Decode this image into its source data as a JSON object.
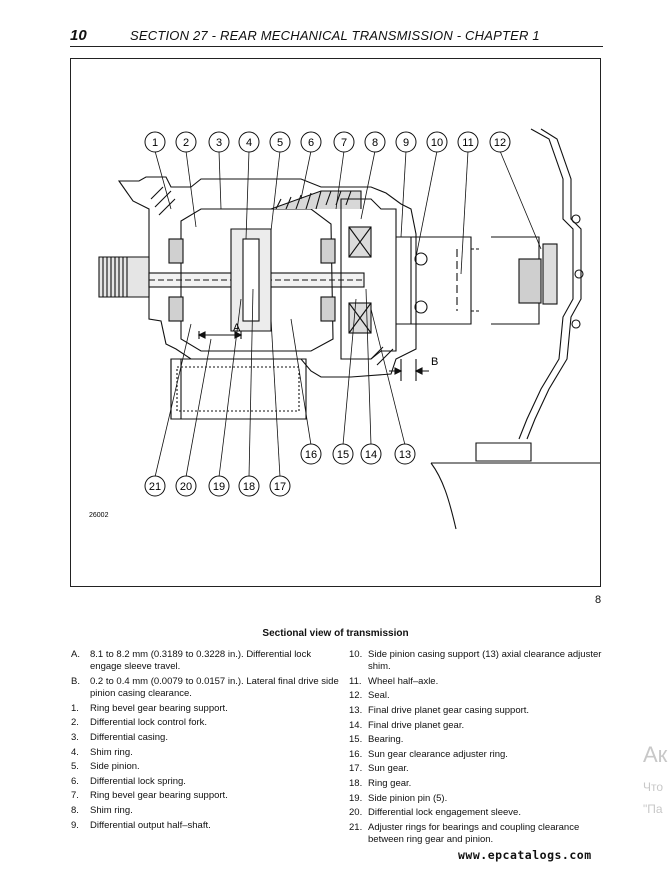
{
  "header": {
    "page_number": "10",
    "section_title": "SECTION 27 - REAR MECHANICAL TRANSMISSION - CHAPTER 1"
  },
  "figure": {
    "callouts_top": [
      "1",
      "2",
      "3",
      "4",
      "5",
      "6",
      "7",
      "8",
      "9",
      "10",
      "11",
      "12"
    ],
    "callouts_bottom": [
      "21",
      "20",
      "19",
      "18",
      "17"
    ],
    "callouts_mid": [
      "16",
      "15",
      "14",
      "13"
    ],
    "label_a": "A",
    "label_b": "B",
    "drawing_code": "26002",
    "figure_number": "8"
  },
  "caption": "Sectional view of transmission",
  "legend_left": [
    {
      "key": "A.",
      "text": "8.1 to 8.2 mm (0.3189 to 0.3228 in.). Differential lock engage sleeve travel."
    },
    {
      "key": "B.",
      "text": "0.2 to 0.4 mm (0.0079 to 0.0157 in.). Lateral final drive side pinion casing clearance."
    },
    {
      "key": "1.",
      "text": "Ring bevel gear bearing support."
    },
    {
      "key": "2.",
      "text": "Differential lock control fork."
    },
    {
      "key": "3.",
      "text": "Differential casing."
    },
    {
      "key": "4.",
      "text": "Shim ring."
    },
    {
      "key": "5.",
      "text": "Side pinion."
    },
    {
      "key": "6.",
      "text": "Differential lock spring."
    },
    {
      "key": "7.",
      "text": "Ring bevel gear bearing support."
    },
    {
      "key": "8.",
      "text": "Shim ring."
    },
    {
      "key": "9.",
      "text": "Differential output half–shaft."
    }
  ],
  "legend_right": [
    {
      "key": "10.",
      "text": "Side pinion casing support (13) axial clearance adjuster shim."
    },
    {
      "key": "11.",
      "text": "Wheel half–axle."
    },
    {
      "key": "12.",
      "text": "Seal."
    },
    {
      "key": "13.",
      "text": "Final drive planet gear casing support."
    },
    {
      "key": "14.",
      "text": "Final drive planet gear."
    },
    {
      "key": "15.",
      "text": "Bearing."
    },
    {
      "key": "16.",
      "text": "Sun gear clearance adjuster ring."
    },
    {
      "key": "17.",
      "text": "Sun gear."
    },
    {
      "key": "18.",
      "text": "Ring gear."
    },
    {
      "key": "19.",
      "text": "Side pinion pin (5)."
    },
    {
      "key": "20.",
      "text": "Differential lock engagement sleeve."
    },
    {
      "key": "21.",
      "text": "Adjuster rings for bearings and coupling clearance between ring gear and pinion."
    }
  ],
  "watermark": [
    "Ак",
    "Что",
    "\"Па"
  ],
  "site": "www.epcatalogs.com"
}
